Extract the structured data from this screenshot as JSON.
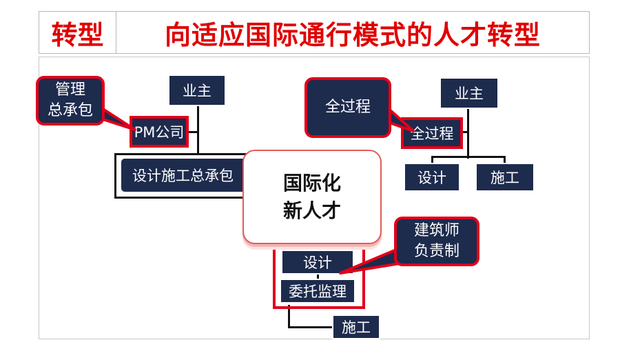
{
  "header": {
    "tag": "转型",
    "title": "向适应国际通行模式的人才转型"
  },
  "diagram": {
    "left": {
      "owner": "业主",
      "pm_company": "PM公司",
      "dnb": "设计施工总承包",
      "callout": "管理\n总承包"
    },
    "right": {
      "owner": "业主",
      "whole_process": "全过程",
      "design": "设计",
      "construction": "施工",
      "callout": "全过程"
    },
    "bottom": {
      "design": "设计",
      "supervision": "委托监理",
      "construction": "施工",
      "callout": "建筑师\n负责制"
    },
    "center": "国际化\n新人才"
  },
  "colors": {
    "accent_red": "#e2001a",
    "box_navy": "#1d2b4d",
    "title_red": "#e00000"
  }
}
